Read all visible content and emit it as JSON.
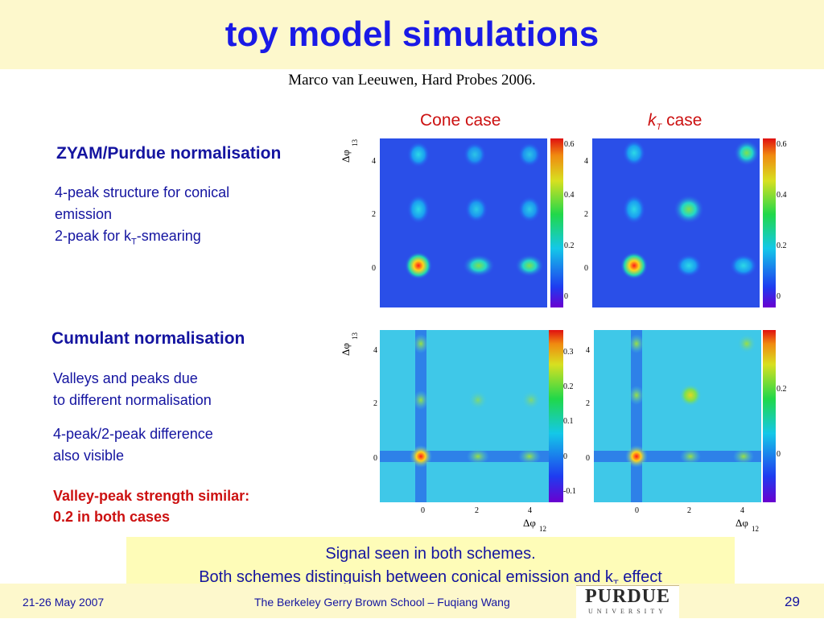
{
  "header": {
    "title": "toy model simulations",
    "subtitle": "Marco van Leeuwen, Hard Probes 2006."
  },
  "columns": {
    "cone": "Cone case",
    "kt_k": "k",
    "kt_sub": "T",
    "kt_rest": " case"
  },
  "section1": {
    "heading": "ZYAM/Purdue normalisation",
    "line1": "4-peak structure for conical",
    "line2": "emission",
    "line3_pre": "2-peak for k",
    "line3_sub": "T",
    "line3_post": "-smearing"
  },
  "section2": {
    "heading": "Cumulant normalisation",
    "line1": "Valleys and peaks due",
    "line2": "to different normalisation",
    "line3": "4-peak/2-peak difference",
    "line4": "also visible",
    "red1": "Valley-peak strength similar:",
    "red2": "0.2 in both cases"
  },
  "axes": {
    "y_label": "Δφ",
    "y_sub": "13",
    "x_label": "Δφ",
    "x_sub": "12",
    "ticks": [
      "0",
      "2",
      "4"
    ]
  },
  "scales": {
    "top_left": [
      "0.6",
      "0.4",
      "0.2",
      "0"
    ],
    "top_right": [
      "0.6",
      "0.4",
      "0.2",
      "0"
    ],
    "bottom_left": [
      "0.3",
      "0.2",
      "0.1",
      "0",
      "-0.1"
    ],
    "bottom_right": [
      "0.2",
      "0"
    ]
  },
  "colors": {
    "title_blue": "#1a1ae6",
    "text_blue": "#1414a0",
    "accent_red": "#cc1111",
    "title_bg": "#fdf8cc",
    "box_bg": "#fefcb8"
  },
  "summary": {
    "line1": "Signal seen in both schemes.",
    "line2_pre": "Both schemes distinguish between conical emission and k",
    "line2_sub": "T",
    "line2_post": " effect"
  },
  "footer": {
    "date": "21-26 May 2007",
    "center": "The Berkeley Gerry Brown School – Fuqiang Wang",
    "logo_word": "PURDUE",
    "logo_sub": "UNIVERSITY",
    "page": "29"
  }
}
